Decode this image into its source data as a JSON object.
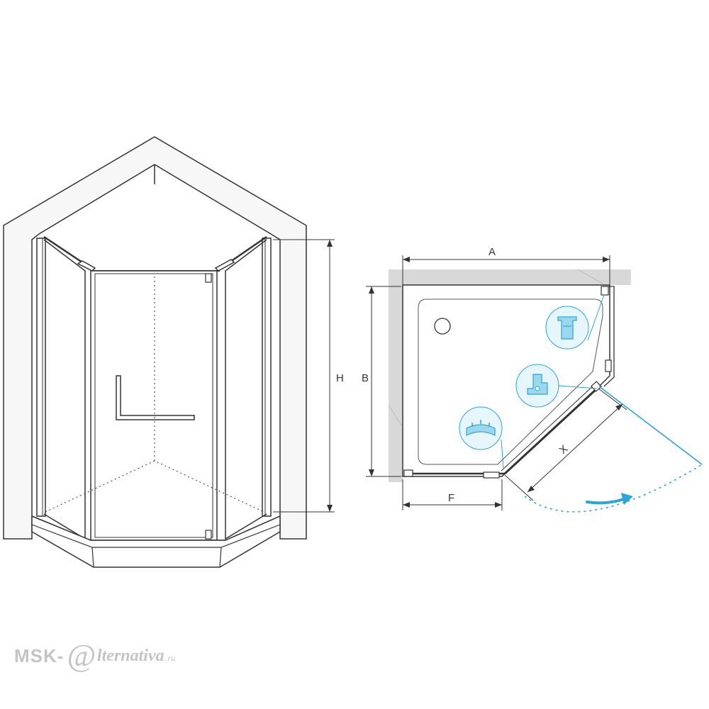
{
  "front_view": {
    "height_label": "H"
  },
  "plan_view": {
    "width_label": "A",
    "depth_label": "B",
    "door_width_label": "X",
    "fixed_panel_label": "F"
  },
  "icons": [
    "hinge-icon",
    "wall-bracket-icon",
    "magnetic-seal-icon"
  ],
  "colors": {
    "outline": "#333333",
    "accent": "#2aa6d8",
    "icon_fill": "#e6f6fc",
    "wall_fill": "#d8d8d8"
  },
  "watermark": {
    "left": "MSK-",
    "at": "@",
    "right": "lternativa",
    "tld": ".ru"
  }
}
